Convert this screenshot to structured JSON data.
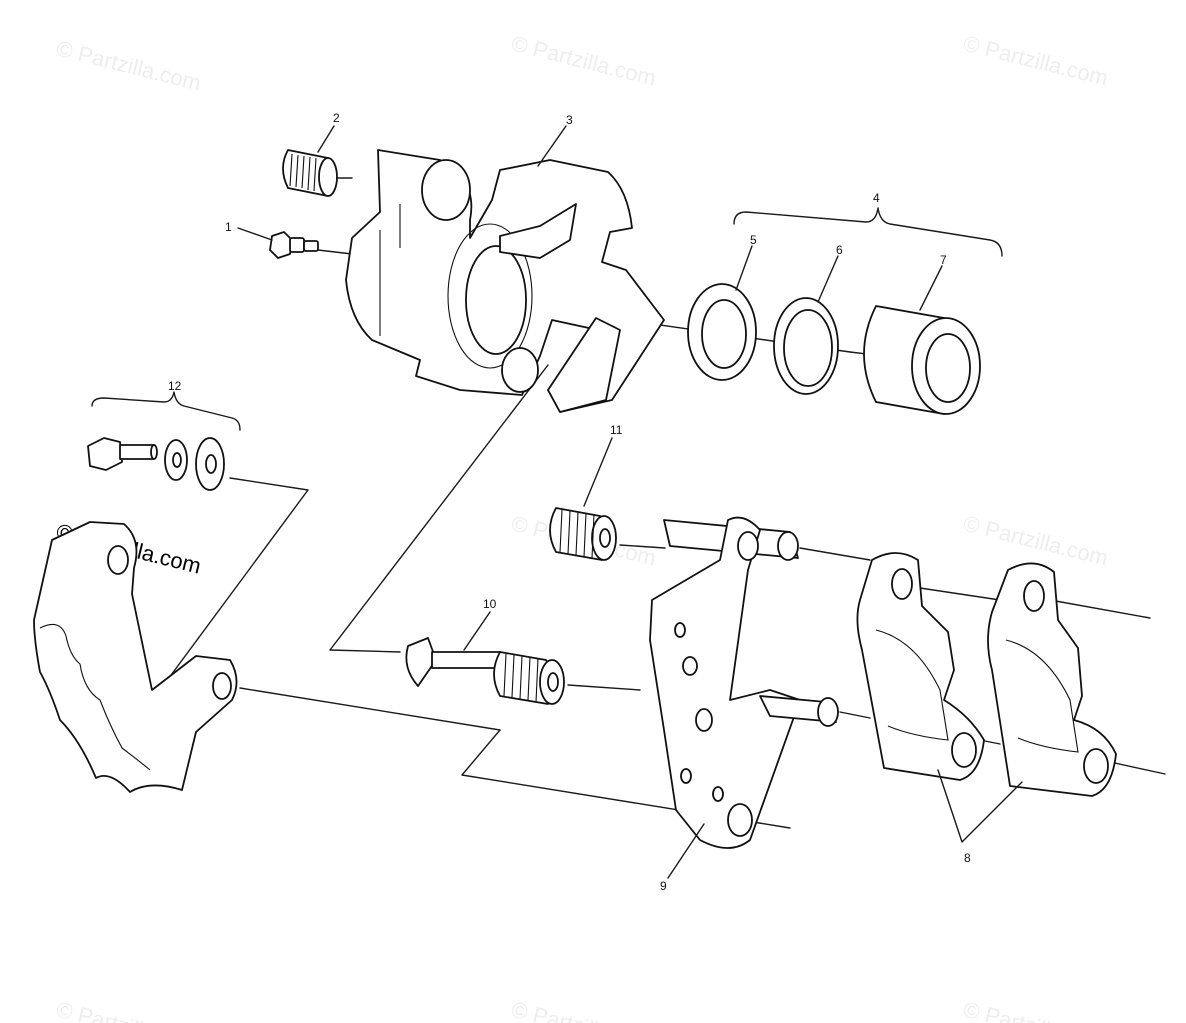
{
  "watermark": {
    "text": "© Partzilla.com",
    "color": "#000000"
  },
  "callouts": [
    {
      "id": "1",
      "label": "1"
    },
    {
      "id": "2",
      "label": "2"
    },
    {
      "id": "3",
      "label": "3"
    },
    {
      "id": "4",
      "label": "4"
    },
    {
      "id": "5",
      "label": "5"
    },
    {
      "id": "6",
      "label": "6"
    },
    {
      "id": "7",
      "label": "7"
    },
    {
      "id": "8",
      "label": "8"
    },
    {
      "id": "9",
      "label": "9"
    },
    {
      "id": "10",
      "label": "10"
    },
    {
      "id": "11",
      "label": "11"
    },
    {
      "id": "12",
      "label": "12"
    }
  ],
  "colors": {
    "line": "#111111",
    "background": "#ffffff"
  }
}
